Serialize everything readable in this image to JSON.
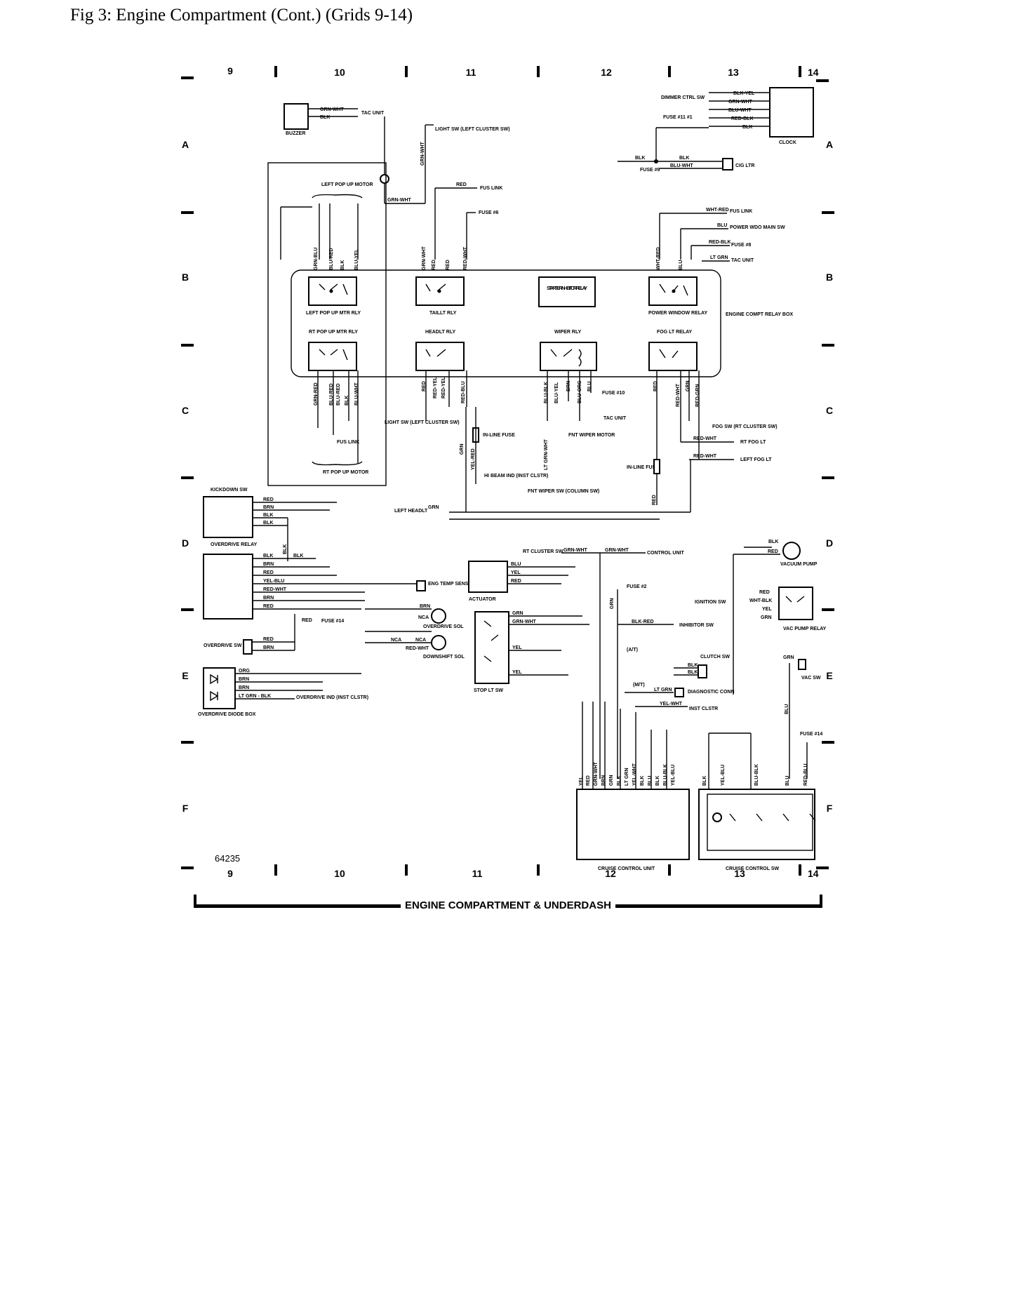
{
  "caption": "Fig 3: Engine Compartment (Cont.) (Grids 9-14)",
  "figure_number": "64235",
  "footer_title": "ENGINE COMPARTMENT & UNDERDASH",
  "grid_columns": [
    "9",
    "10",
    "11",
    "12",
    "13",
    "14"
  ],
  "grid_rows": [
    "A",
    "B",
    "C",
    "D",
    "E",
    "F"
  ],
  "components": {
    "buzzer": "BUZZER",
    "tac_unit": "TAC UNIT",
    "light_sw_top": "LIGHT SW (LEFT CLUSTER SW)",
    "dimmer_ctrl_sw": "DIMMER CTRL SW",
    "fuse_11_1": "FUSE #11 #1",
    "clock": "CLOCK",
    "fuse_9": "FUSE #9",
    "cig_ltr": "CIG LTR",
    "left_pop_up_motor": "LEFT POP UP MOTOR",
    "fus_link_top": "FUS LINK",
    "fuse_6": "FUSE #6",
    "fus_link_right": "FUS LINK",
    "power_wdo_main_sw": "POWER WDO MAIN SW",
    "fuse_8": "FUSE #8",
    "tac_unit_right": "TAC UNIT",
    "left_pop_up_mtr_rly": "LEFT POP UP MTR RLY",
    "taillt_rly": "TAILLT RLY",
    "starter_inhibitor_relay": "STARTER INHIBITOR RELAY",
    "power_window_relay": "POWER WINDOW RELAY",
    "engine_compt_relay_box": "ENGINE COMPT RELAY BOX",
    "rt_pop_up_mtr_rly": "RT POP UP MTR RLY",
    "headlt_rly": "HEADLT RLY",
    "wiper_rly": "WIPER RLY",
    "fog_lt_relay": "FOG LT RELAY",
    "fuse_10": "FUSE #10",
    "tac_unit_mid": "TAC UNIT",
    "fnt_wiper_motor": "FNT WIPER MOTOR",
    "light_sw_mid": "LIGHT SW (LEFT CLUSTER SW)",
    "in_line_fuse_left": "IN-LINE FUSE",
    "fus_link_mid": "FUS LINK",
    "fog_sw": "FOG SW (RT CLUSTER SW)",
    "rt_fog_lt": "RT FOG LT",
    "left_fog_lt": "LEFT FOG LT",
    "rt_pop_up_motor": "RT POP UP MOTOR",
    "hi_beam_ind": "HI BEAM IND (INST CLSTR)",
    "in_line_fuse_right": "IN-LINE FUSE",
    "fnt_wiper_sw": "FNT WIPER SW (COLUMN SW)",
    "kickdown_sw": "KICKDOWN SW",
    "left_headlt": "LEFT HEADLT",
    "overdrive_relay": "OVERDRIVE RELAY",
    "eng_temp_sensor": "ENG TEMP SENSOR",
    "overdrive_sol": "OVERDRIVE SOL",
    "downshift_sol": "DOWNSHIFT SOL",
    "fuse_14_left": "FUSE #14",
    "overdrive_sw": "OVERDRIVE SW",
    "overdrive_ind": "OVERDRIVE IND (INST CLSTR)",
    "overdrive_diode_box": "OVERDRIVE DIODE BOX",
    "rt_cluster_sw": "RT CLUSTER SW",
    "control_unit": "CONTROL UNIT",
    "actuator": "ACTUATOR",
    "fuse_2": "FUSE #2",
    "stop_lt_sw": "STOP LT SW",
    "inhibitor_sw": "INHIBITOR SW",
    "a_t": "(A/T)",
    "m_t": "(M/T)",
    "clutch_sw": "CLUTCH SW",
    "diagnostic_conn": "DIAGNOSTIC CONN",
    "inst_clstr": "INST CLSTR",
    "vacuum_pump": "VACUUM PUMP",
    "ignition_sw": "IGNITION SW",
    "vac_pump_relay": "VAC PUMP RELAY",
    "vac_sw": "VAC SW",
    "fuse_14_right": "FUSE #14",
    "cruise_control_unit": "CRUISE CONTROL UNIT",
    "cruise_control_sw": "CRUISE CONTROL SW",
    "nca": "NCA"
  },
  "wire_colors": {
    "buzzer": [
      "GRN-WHT",
      "BLK"
    ],
    "clock": [
      "BLK-YEL",
      "GRN-WHT",
      "BLU-WHT",
      "RED-BLK",
      "BLK"
    ],
    "cig": [
      "BLK",
      "BLK",
      "BLU-WHT"
    ],
    "top_misc": [
      "GRN-WHT",
      "RED",
      "GRN-WHT",
      "WHT-RED",
      "BLU",
      "RED-BLK",
      "LT GRN"
    ],
    "left_pop_up_mtr_rly": [
      "GRN-BLU",
      "BLU-RED",
      "BLK",
      "BLU-YEL"
    ],
    "taillt_rly": [
      "GRN-WHT",
      "RED",
      "RED",
      "RED-WHT"
    ],
    "power_window_relay": [
      "WHT-RED",
      "BLU"
    ],
    "rt_pop_up_mtr_rly": [
      "GRN-RED",
      "BLU-RED",
      "BLU-RED",
      "BLK",
      "BLU-WHT"
    ],
    "headlt_rly": [
      "RED",
      "RED-YEL",
      "RED-YEL",
      "RED-BLU"
    ],
    "wiper_rly": [
      "BLU-BLK",
      "BLU-YEL",
      "BRN",
      "BLU-ORG",
      "BLU"
    ],
    "fog_lt_relay": [
      "RED",
      "RED-WHT",
      "GRN",
      "RED-GRN"
    ],
    "fog_outputs": [
      "RED-WHT",
      "RED-WHT"
    ],
    "center_lower": [
      "GRN",
      "YEL-RED",
      "LT GRN-WHT",
      "RED",
      "GRN"
    ],
    "kickdown": [
      "RED",
      "BRN",
      "BLK",
      "BLK",
      "BLK"
    ],
    "overdrive_relay": [
      "BLK",
      "BLK",
      "BRN",
      "RED",
      "YEL-BLU",
      "RED-WHT",
      "BRN",
      "RED"
    ],
    "solenoids": [
      "BRN",
      "NCA",
      "NCA",
      "NCA",
      "RED-WHT",
      "RED"
    ],
    "overdrive_sw": [
      "RED",
      "BRN"
    ],
    "diode_box": [
      "ORG",
      "BRN",
      "BRN",
      "LT GRN - BLK"
    ],
    "control_unit": [
      "GRN-WHT",
      "GRN-WHT"
    ],
    "actuator": [
      "BLU",
      "YEL",
      "RED"
    ],
    "stop_lt_sw": [
      "GRN",
      "GRN-WHT",
      "YEL",
      "YEL"
    ],
    "mid_right": [
      "GRN",
      "BLK-RED",
      "BLK",
      "BLK",
      "LT GRN",
      "YEL-WHT"
    ],
    "vacuum": [
      "BLK",
      "RED",
      "RED",
      "WHT-BLK",
      "YEL",
      "GRN",
      "GRN",
      "BLU"
    ],
    "cruise_control_unit": [
      "YEL",
      "RED",
      "GRN-WHT",
      "BRN",
      "GRN",
      "BLK",
      "LT GRN",
      "YEL-WHT",
      "BLK",
      "BLU",
      "BLK",
      "BLU-BLK",
      "YEL-BLU"
    ],
    "cruise_control_sw": [
      "BLK",
      "YEL-BLU",
      "BLU-BLK",
      "BLU",
      "RED-BLU"
    ]
  }
}
